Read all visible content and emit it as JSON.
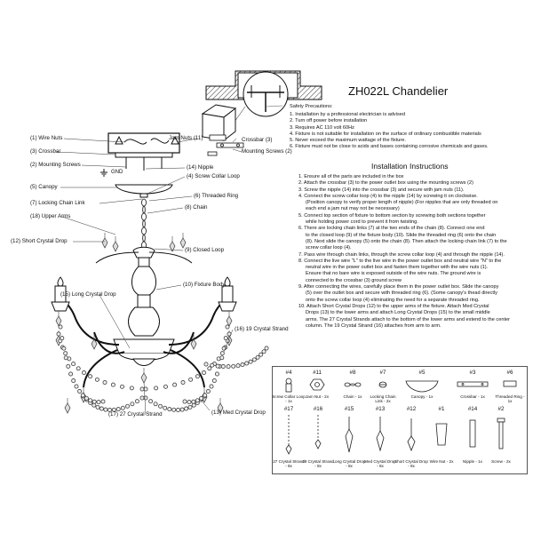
{
  "title": "ZH022L Chandelier",
  "safety": {
    "heading": "Safety Precautions:",
    "items": [
      "1. Installation by a professional electrician is advised",
      "2. Turn off power before installation",
      "3. Requires AC 110 volt 60Hz",
      "4. Fixture is not suitable for installation on the surface of ordinary combustible materials",
      "5. Never exceed the maximum wattage of the fixture.",
      "6. Fixture must not be close to acids and bases containing corrosive chemicals and gases."
    ]
  },
  "instructions": {
    "heading": "Installation Instructions",
    "steps": [
      "1. Ensure all of the parts are included in the box",
      "2. Attach the crossbar (3) to the power outlet box using the mounting screws (2)",
      "3. Screw the nipple (14) into the crossbar (3) and secure with jam nuts (11).",
      "4. Connect the screw collar loop (4) to the nipple (14) by screwing it on clockwise.",
      "(Position canopy to verify proper length of nipple) (For nipples that are only threaded on",
      "each end a jam nut may not be necessary)",
      "5. Connect top section of fixture to bottom section by screwing both sections together",
      "while holding power cord to prevent it from twisting.",
      "6. There are locking chain links (7) at the two ends of the chain (8). Connect one end",
      "to the closed loop (9) of the fixture body (10).  Slide the threaded ring (6) onto the chain",
      "(8). Next slide the canopy (5) onto the chain (8). Then attach the locking chain link (7) to the",
      "screw collar loop (4).",
      "7. Pass wire through chain links, through the screw collar loop (4) and through the nipple (14).",
      "8. Connect the live wire \"L\" to the live wire in the power outlet box and neutral wire \"N\" to the",
      "neutral wire in the power outlet box and fasten them together with the wire nuts (1).",
      "Ensure that no bare wire is exposed outside of the wire nuts.  The ground wire is",
      "connected to the crossbar (3) ground screw",
      "9. After connecting the wires, carefully place them in the power outlet box.  Slide the canopy",
      "(5) over the outlet box and secure with threaded ring (6). (Some canopy's thead directly",
      "onto the screw collar loop (4) eliminating the need for a separate threaded ring.",
      "10. Attach Short Crystal Drops (12) to the upper arms of the fixture. Attach Med Crystal",
      "Drops (13) to the lower arms and attach Long Crystal Drops (15) to the small middle",
      "arms. The 27 Crystal Strands attach to the bottom of the lower arms and extend to the center",
      "column.  The 19 Crystal Strand (16) attaches from arm to arm."
    ]
  },
  "callouts": {
    "wire_nuts": "(1) Wire Nuts",
    "crossbar_l": "(3) Crossbar",
    "mounting_screws_l": "(2) Mounting Screws",
    "canopy": "(5) Canopy",
    "locking_chain_link": "(7) Locking Chain Link",
    "upper_arms": "(18) Upper Arms",
    "short_crystal_drop": "(12) Short Crystal Drop",
    "long_crystal_drop": "(15) Long Crystal Drop",
    "crystal_strand_27": "(17) 27 Crystal Strand",
    "jam_nuts": "Jam Nuts (11)",
    "crossbar_r": "Crossbar (3)",
    "mounting_screws_r": "Mounting Screws (2)",
    "nipple": "(14) Nipple",
    "screw_collar_loop": "(4) Screw Collar Loop",
    "threaded_ring": "(6) Threaded Ring",
    "chain": "(8) Chain",
    "closed_loop": "(9) Closed Loop",
    "fixture_body": "(10) Fixture Body",
    "crystal_strand_19": "(16) 19 Crystal Strand",
    "med_crystal_drop": "(13) Med Crystal Drop",
    "gnd": "GND"
  },
  "parts_row1": [
    {
      "num": "#4",
      "name": "Screw Collar Loop - 1x"
    },
    {
      "num": "#11",
      "name": "Jam Nut - 2x"
    },
    {
      "num": "#8",
      "name": "Chain - 1x"
    },
    {
      "num": "#7",
      "name": "Locking Chain Link - 2x"
    },
    {
      "num": "#5",
      "name": "Canopy - 1x"
    },
    {
      "num": "#3",
      "name": "Crossbar - 1x"
    },
    {
      "num": "#6",
      "name": "Threaded Ring - 1x"
    }
  ],
  "parts_row2": [
    {
      "num": "#17",
      "name": "27 Crystal Strand - 8x"
    },
    {
      "num": "#16",
      "name": "19 Crystal Strand - 8x"
    },
    {
      "num": "#15",
      "name": "Long Crystal Drop - 8x"
    },
    {
      "num": "#13",
      "name": "Med Crystal Drop - 8x"
    },
    {
      "num": "#12",
      "name": "Short Crystal Drop - 8x"
    },
    {
      "num": "#1",
      "name": "Wire Nut - 2x"
    },
    {
      "num": "#14",
      "name": "Nipple - 1x"
    },
    {
      "num": "#2",
      "name": "Screw - 2x"
    }
  ]
}
